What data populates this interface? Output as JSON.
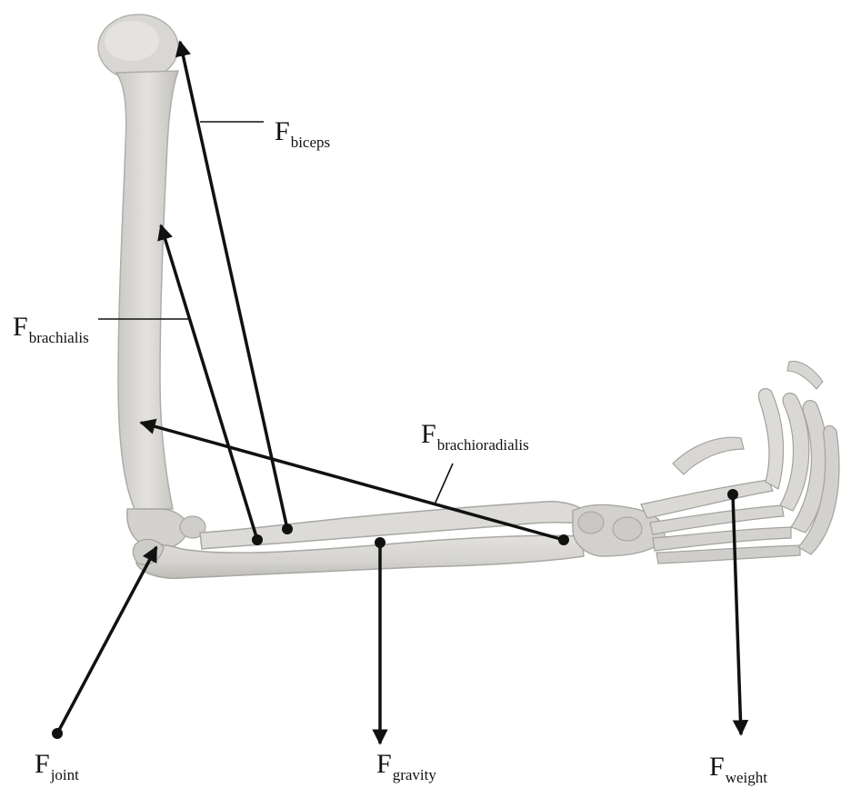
{
  "labels": {
    "biceps": {
      "main": "F",
      "sub": "biceps"
    },
    "brachialis": {
      "main": "F",
      "sub": "brachialis"
    },
    "brachioradialis": {
      "main": "F",
      "sub": "brachioradialis"
    },
    "joint": {
      "main": "F",
      "sub": "joint"
    },
    "gravity": {
      "main": "F",
      "sub": "gravity"
    },
    "weight": {
      "main": "F",
      "sub": "weight"
    }
  },
  "colors": {
    "bone": "#d9d8d4",
    "bone_shade": "#b9b8b3",
    "bone_outline": "#a5a4a0",
    "force": "#111111"
  }
}
